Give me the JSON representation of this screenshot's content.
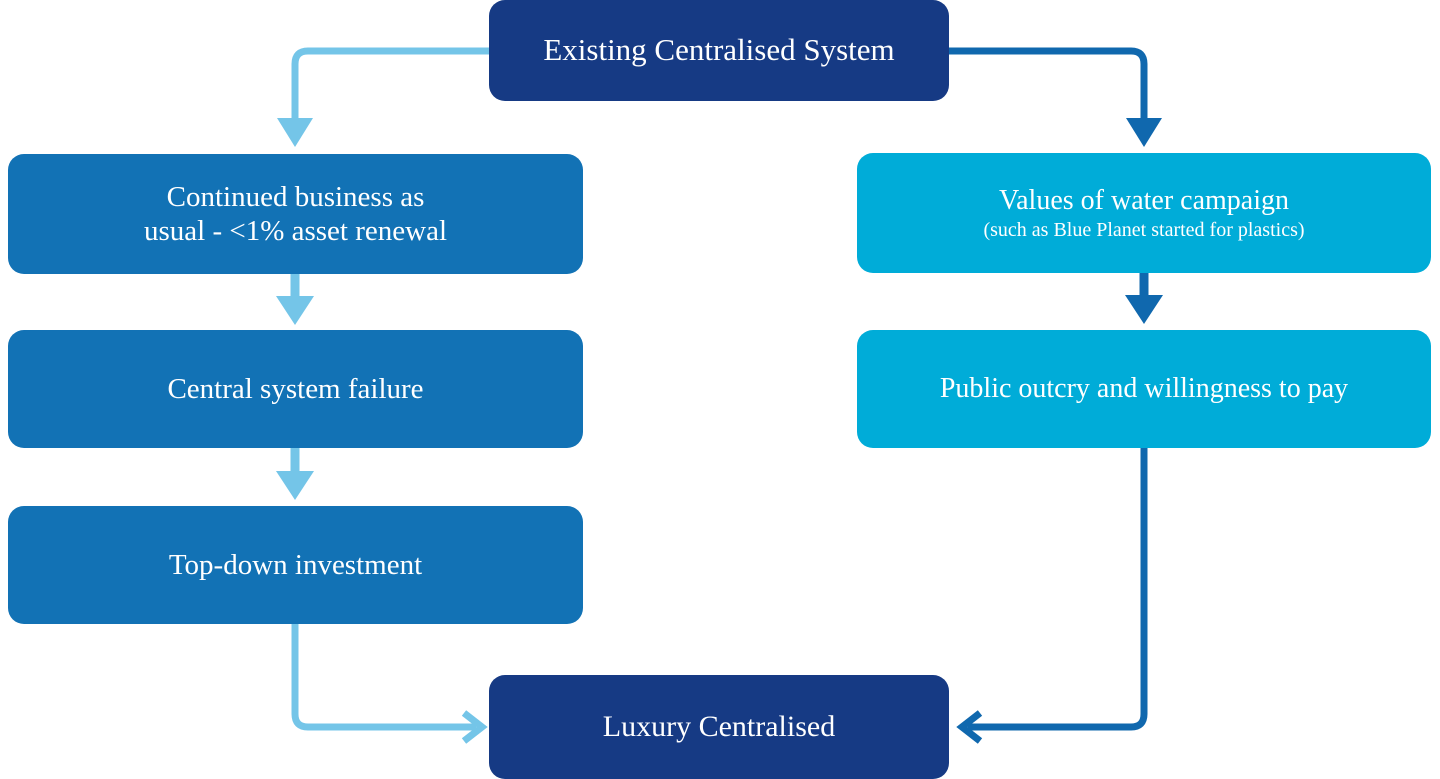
{
  "diagram": {
    "title_note": "Centralised water system scenario flowchart",
    "colors": {
      "navy": "#163A84",
      "medium_blue": "#1272B5",
      "cyan": "#00ACD8",
      "light_blue_arrow": "#74C5E8",
      "blue_arrow": "#1068AE"
    },
    "nodes": {
      "existing": {
        "label": "Existing Centralised System"
      },
      "bau": {
        "label": "Continued business as\nusual - <1% asset renewal"
      },
      "failure": {
        "label": "Central system failure"
      },
      "topdown": {
        "label": "Top-down investment"
      },
      "values": {
        "label": "Values of water campaign",
        "sublabel": "(such as Blue Planet started for plastics)"
      },
      "outcry": {
        "label": "Public outcry and willingness to pay"
      },
      "luxury": {
        "label": "Luxury Centralised"
      }
    },
    "edges": [
      {
        "name": "existing-to-bau",
        "from": "existing",
        "to": "bau",
        "color": "#74C5E8",
        "arrow": "solid-down"
      },
      {
        "name": "existing-to-values",
        "from": "existing",
        "to": "values",
        "color": "#1068AE",
        "arrow": "solid-down"
      },
      {
        "name": "bau-to-failure",
        "from": "bau",
        "to": "failure",
        "color": "#74C5E8",
        "arrow": "solid-down"
      },
      {
        "name": "failure-to-topdown",
        "from": "failure",
        "to": "topdown",
        "color": "#74C5E8",
        "arrow": "solid-down"
      },
      {
        "name": "values-to-outcry",
        "from": "values",
        "to": "outcry",
        "color": "#1068AE",
        "arrow": "solid-down"
      },
      {
        "name": "topdown-to-luxury",
        "from": "topdown",
        "to": "luxury",
        "color": "#74C5E8",
        "arrow": "open-right"
      },
      {
        "name": "outcry-to-luxury",
        "from": "outcry",
        "to": "luxury",
        "color": "#1068AE",
        "arrow": "open-left"
      }
    ]
  }
}
